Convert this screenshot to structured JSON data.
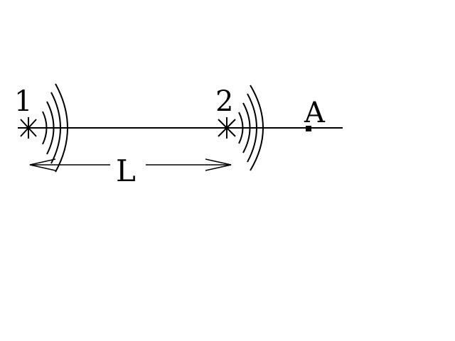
{
  "labels": {
    "source1": "1",
    "source2": "2",
    "point": "A",
    "distance": "L"
  },
  "colors": {
    "ink": "#000000",
    "background": "#ffffff"
  },
  "icons": {
    "source_marker": "asterisk-cross",
    "point_marker": "filled-square",
    "waves": "concentric-arcs",
    "dimension": "double-arrow"
  }
}
